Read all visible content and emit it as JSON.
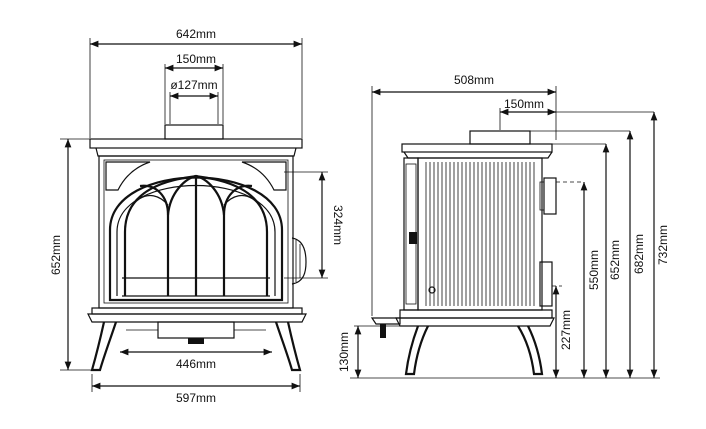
{
  "front_view": {
    "dimensions": {
      "overall_width": "642mm",
      "flue_width": "150mm",
      "flue_diameter": "ø127mm",
      "height": "652mm",
      "window_height": "324mm",
      "leg_span": "446mm",
      "base_width": "597mm"
    }
  },
  "side_view": {
    "dimensions": {
      "depth": "508mm",
      "flue_offset": "150mm",
      "base_height": "130mm",
      "outlet_height": "227mm",
      "inlet_height": "550mm",
      "body_height": "652mm",
      "flue_top_height": "682mm",
      "total_height": "732mm"
    }
  }
}
